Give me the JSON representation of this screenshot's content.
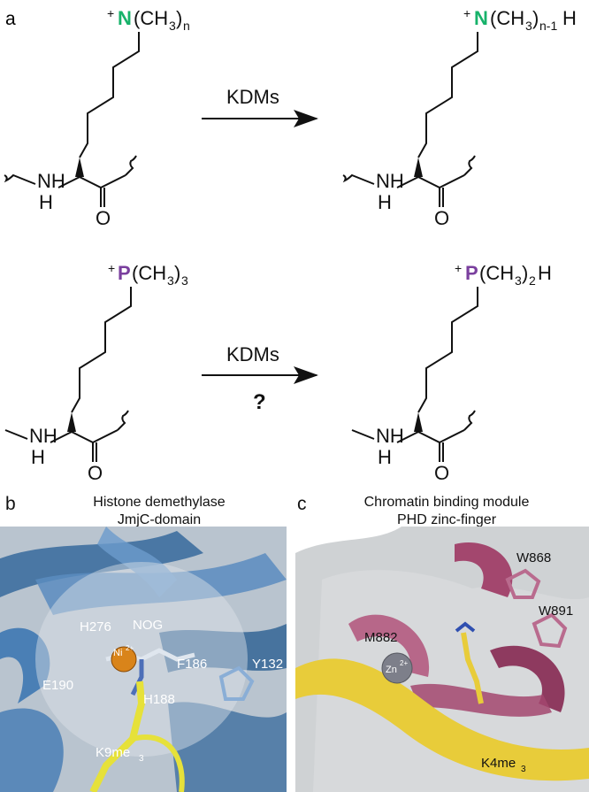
{
  "panel_a": {
    "label": "a",
    "arrow_label_top": "KDMs",
    "arrow_label_bottom": "KDMs",
    "question_mark": "?",
    "reaction1": {
      "reactant_charge": "+",
      "reactant_atom": "N",
      "reactant_group": "(CH",
      "reactant_sub1": "3",
      "reactant_close": ")",
      "reactant_sub2": "n",
      "product_charge": "+",
      "product_atom": "N",
      "product_group": "(CH",
      "product_sub1": "3",
      "product_close": ")",
      "product_sub2": "n-1",
      "product_tail": "H"
    },
    "reaction2": {
      "reactant_charge": "+",
      "reactant_atom": "P",
      "reactant_group": "(CH",
      "reactant_sub1": "3",
      "reactant_close": ")",
      "reactant_sub2": "3",
      "product_charge": "+",
      "product_atom": "P",
      "product_group": "(CH",
      "product_sub1": "3",
      "product_close": ")",
      "product_sub2": "2",
      "product_tail": "H"
    },
    "atom_nh": "NH",
    "atom_h": "H",
    "atom_o": "O"
  },
  "panel_b": {
    "label": "b",
    "title_line1": "Histone demethylase",
    "title_line2": "JmjC-domain",
    "residues": [
      "H276",
      "NOG",
      "F186",
      "Y132",
      "E190",
      "H188",
      "K9me",
      "3"
    ],
    "metal_label": "Ni",
    "metal_charge": "2+"
  },
  "panel_c": {
    "label": "c",
    "title_line1": "Chromatin binding module",
    "title_line2": "PHD zinc-finger",
    "residues": [
      "W868",
      "W891",
      "M882",
      "K4me",
      "3"
    ],
    "metal_label": "Zn",
    "metal_charge": "2+"
  },
  "colors": {
    "nitrogen": "#17b26a",
    "phosphorus": "#7a3f9e",
    "jmjc_ribbon": "#4a7fb5",
    "phd_ribbon": "#a3476e",
    "peptide": "#e8cc3a",
    "surface": "#c8ccd0"
  }
}
